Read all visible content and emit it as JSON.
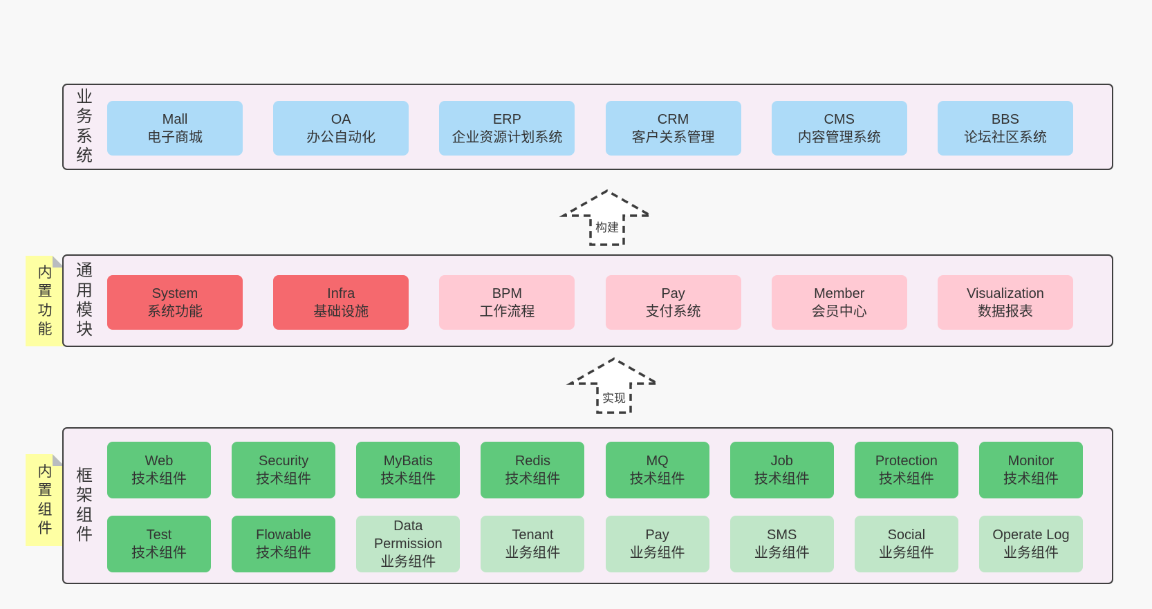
{
  "colors": {
    "page-bg": "#f8f8f8",
    "layer-bg": "#f7edf6",
    "layer-border": "#3f3f3f",
    "blue": "#addbf8",
    "red": "#f5696e",
    "pink": "#ffc9d3",
    "green": "#60c97c",
    "light-green": "#c0e6c8",
    "yellow": "#feffa3",
    "fold-gray": "#b9bcc0",
    "arrow-stroke": "#3d3d3d",
    "text": "#3a3a3a"
  },
  "arrows": [
    {
      "label": "构建"
    },
    {
      "label": "实现"
    }
  ],
  "stickies": [
    {
      "label": "内置功能"
    },
    {
      "label": "内置组件"
    }
  ],
  "layers": [
    {
      "label": "业务系统",
      "boxes": [
        {
          "name": "Mall",
          "desc": "电子商城",
          "variant": "blue"
        },
        {
          "name": "OA",
          "desc": "办公自动化",
          "variant": "blue"
        },
        {
          "name": "ERP",
          "desc": "企业资源计划系统",
          "variant": "blue"
        },
        {
          "name": "CRM",
          "desc": "客户关系管理",
          "variant": "blue"
        },
        {
          "name": "CMS",
          "desc": "内容管理系统",
          "variant": "blue"
        },
        {
          "name": "BBS",
          "desc": "论坛社区系统",
          "variant": "blue"
        }
      ]
    },
    {
      "label": "通用模块",
      "boxes": [
        {
          "name": "System",
          "desc": "系统功能",
          "variant": "red"
        },
        {
          "name": "Infra",
          "desc": "基础设施",
          "variant": "red"
        },
        {
          "name": "BPM",
          "desc": "工作流程",
          "variant": "pink"
        },
        {
          "name": "Pay",
          "desc": "支付系统",
          "variant": "pink"
        },
        {
          "name": "Member",
          "desc": "会员中心",
          "variant": "pink"
        },
        {
          "name": "Visualization",
          "desc": "数据报表",
          "variant": "pink"
        }
      ]
    },
    {
      "label": "框架组件",
      "rows": [
        [
          {
            "name": "Web",
            "desc": "技术组件",
            "variant": "green"
          },
          {
            "name": "Security",
            "desc": "技术组件",
            "variant": "green"
          },
          {
            "name": "MyBatis",
            "desc": "技术组件",
            "variant": "green"
          },
          {
            "name": "Redis",
            "desc": "技术组件",
            "variant": "green"
          },
          {
            "name": "MQ",
            "desc": "技术组件",
            "variant": "green"
          },
          {
            "name": "Job",
            "desc": "技术组件",
            "variant": "green"
          },
          {
            "name": "Protection",
            "desc": "技术组件",
            "variant": "green"
          },
          {
            "name": "Monitor",
            "desc": "技术组件",
            "variant": "green"
          }
        ],
        [
          {
            "name": "Test",
            "desc": "技术组件",
            "variant": "green"
          },
          {
            "name": "Flowable",
            "desc": "技术组件",
            "variant": "green"
          },
          {
            "name": "Data Permission",
            "desc": "业务组件",
            "variant": "lightgreen"
          },
          {
            "name": "Tenant",
            "desc": "业务组件",
            "variant": "lightgreen"
          },
          {
            "name": "Pay",
            "desc": "业务组件",
            "variant": "lightgreen"
          },
          {
            "name": "SMS",
            "desc": "业务组件",
            "variant": "lightgreen"
          },
          {
            "name": "Social",
            "desc": "业务组件",
            "variant": "lightgreen"
          },
          {
            "name": "Operate Log",
            "desc": "业务组件",
            "variant": "lightgreen"
          }
        ]
      ]
    }
  ]
}
